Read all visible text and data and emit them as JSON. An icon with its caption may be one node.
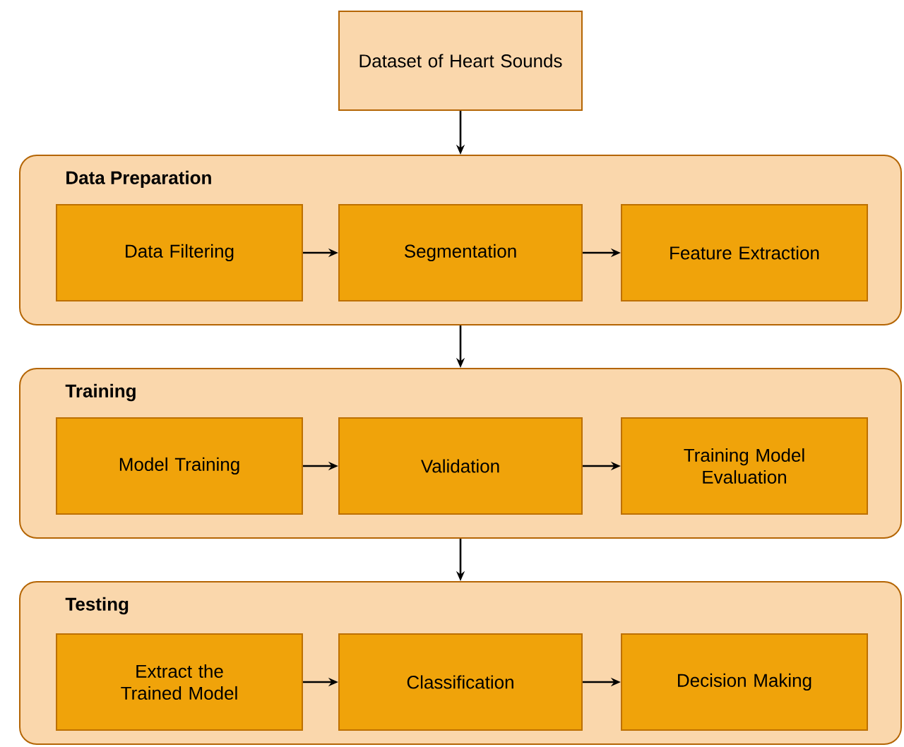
{
  "diagram": {
    "nodes": [
      {
        "text": [
          "Dataset of Heart Sounds"
        ]
      },
      {
        "text": [
          "Data Preparation"
        ]
      },
      {
        "text": [
          "Data Filtering"
        ],
        "in": 1
      },
      {
        "text": [
          "Segmentation"
        ],
        "in": 1
      },
      {
        "text": [
          "Feature Extraction"
        ],
        "in": 1
      },
      {
        "text": [
          "Training"
        ]
      },
      {
        "text": [
          "Model Training"
        ],
        "in": 5
      },
      {
        "text": [
          "Validation"
        ],
        "in": 5
      },
      {
        "text": [
          "Training Model Evaluation"
        ],
        "in": 5
      },
      {
        "text": [
          "Testing"
        ]
      },
      {
        "text": [
          "Extract the Trained Model"
        ],
        "in": 9
      },
      {
        "text": [
          "Classification"
        ],
        "in": 9
      },
      {
        "text": [
          "Decision Making"
        ],
        "in": 9
      }
    ],
    "edges": [
      {
        "from": 0,
        "to": 1,
        "arrow": "to"
      },
      {
        "from": 2,
        "to": 3,
        "arrow": "to"
      },
      {
        "from": 3,
        "to": 4,
        "arrow": "to"
      },
      {
        "from": 1,
        "to": 5,
        "arrow": "to"
      },
      {
        "from": 6,
        "to": 7,
        "arrow": "to"
      },
      {
        "from": 7,
        "to": 8,
        "arrow": "to"
      },
      {
        "from": 5,
        "to": 9,
        "arrow": "to"
      },
      {
        "from": 10,
        "to": 11,
        "arrow": "to"
      },
      {
        "from": 11,
        "to": 12,
        "arrow": "to"
      }
    ]
  }
}
